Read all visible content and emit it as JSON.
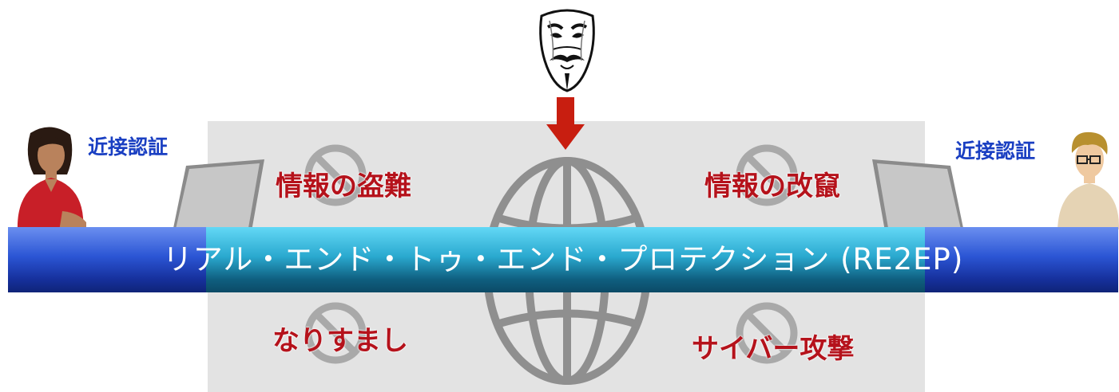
{
  "band": {
    "text": "リアル・エンド・トゥ・エンド・プロテクション (RE2EP)"
  },
  "left_label": "近接認証",
  "right_label": "近接認証",
  "threats": {
    "top_left": "情報の盗難",
    "top_right": "情報の改竄",
    "bottom_left": "なりすまし",
    "bottom_right": "サイバー攻撃"
  },
  "colors": {
    "threat_text": "#b5121b",
    "auth_text": "#1a3fc2",
    "arrow": "#c81e10",
    "band_blue": "#2b55d4",
    "band_teal": "#2aa9cf",
    "panel": "#e3e3e3"
  },
  "icons": [
    "anonymous-mask-icon",
    "down-arrow-icon",
    "globe-icon",
    "prohibited-icon",
    "laptop-icon",
    "woman-avatar",
    "man-avatar"
  ]
}
